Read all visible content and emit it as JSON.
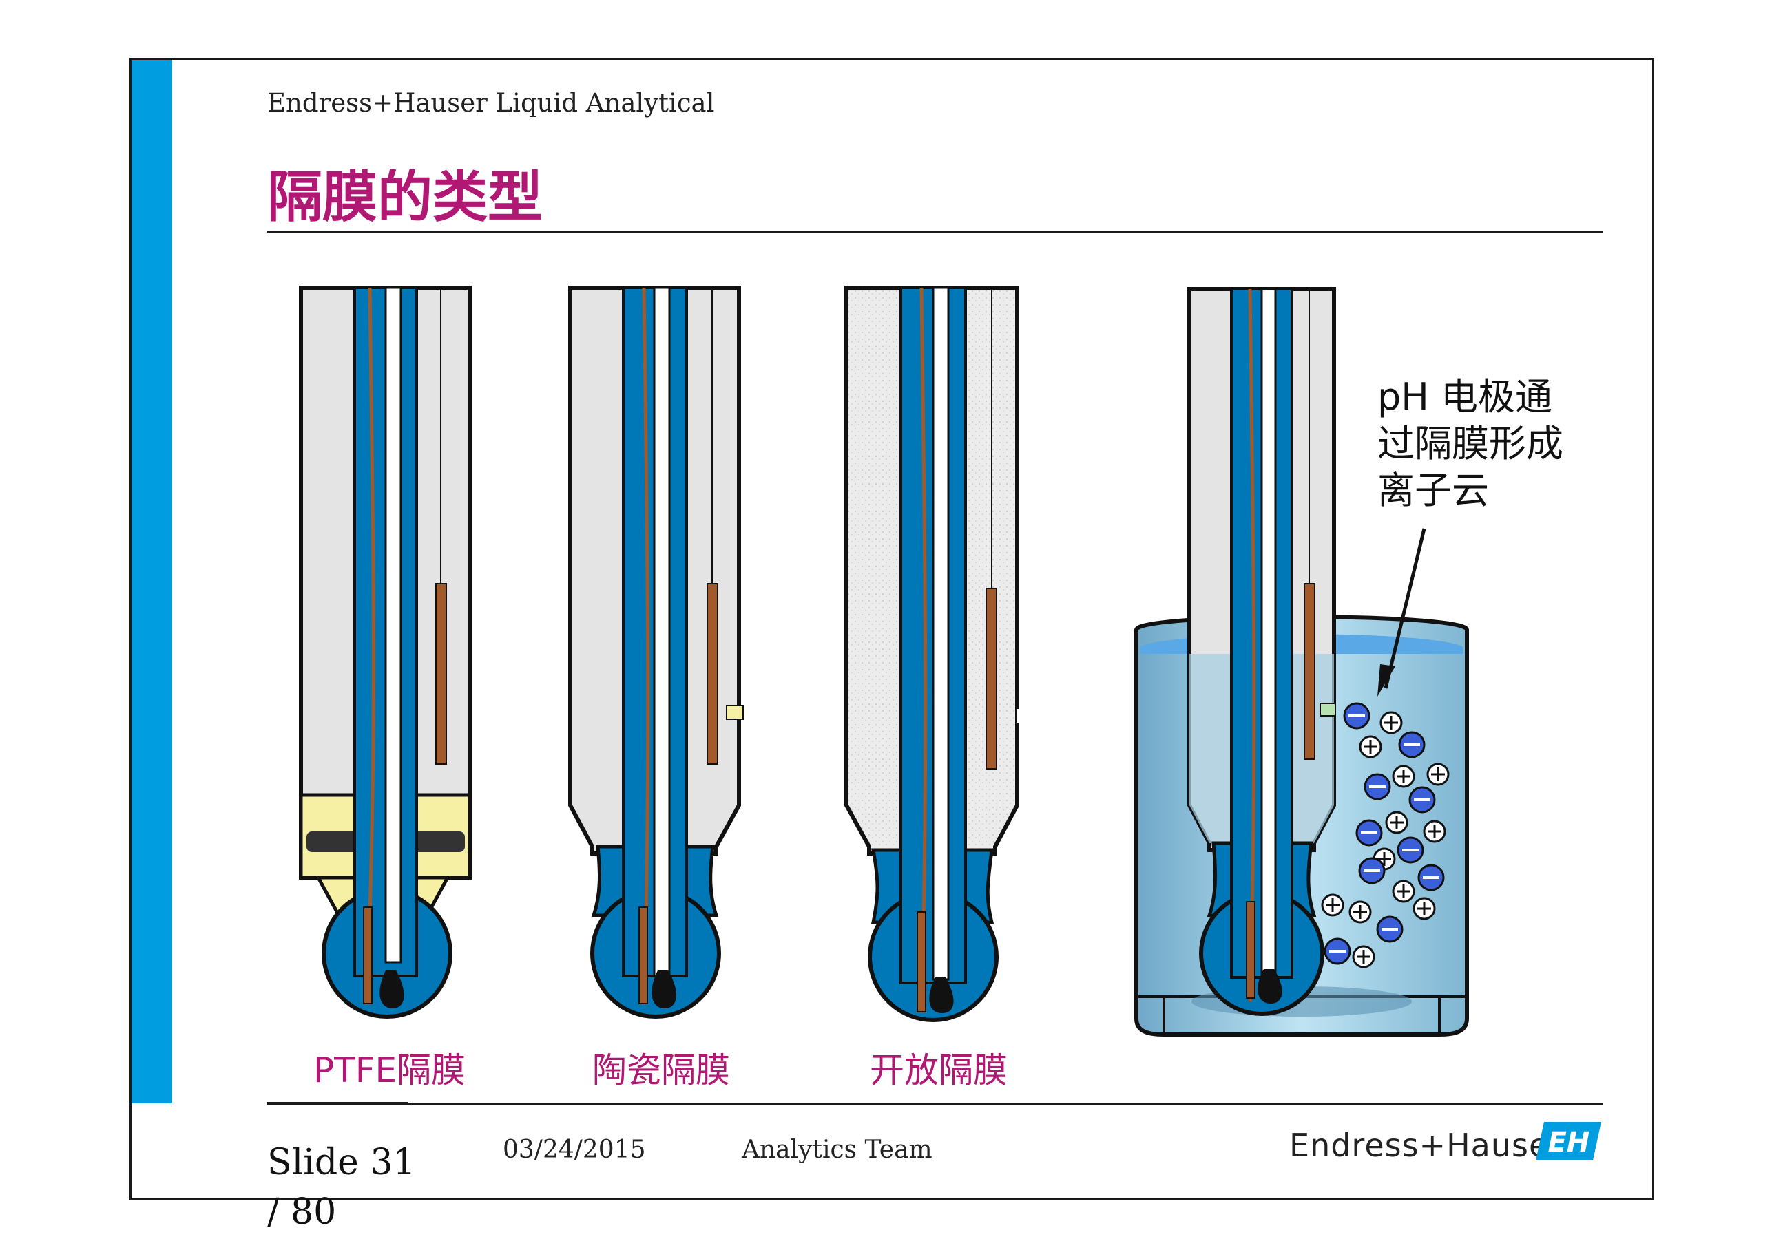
{
  "header": {
    "company": "Endress+Hauser Liquid Analytical",
    "title": "隔膜的类型"
  },
  "diagram": {
    "captions": [
      "PTFE隔膜",
      "陶瓷隔膜",
      "开放隔膜"
    ],
    "annotation_lines": [
      "pH 电极通",
      "过隔膜形成",
      "离子云"
    ],
    "colors": {
      "electrolyte": "#0077b6",
      "glass": "#e4e4e4",
      "ptfe": "#f6f0a4",
      "wire": "#a35a2a",
      "beaker_liquid": "#9fd3ea",
      "caption": "#b01873"
    },
    "ion_symbols": [
      "+"
    ]
  },
  "footer": {
    "slide": "Slide 31",
    "slide_total": "/ 80",
    "date": "03/24/2015",
    "team": "Analytics Team",
    "brand": "Endress+Hauser",
    "brand_logo_text": "EH"
  }
}
